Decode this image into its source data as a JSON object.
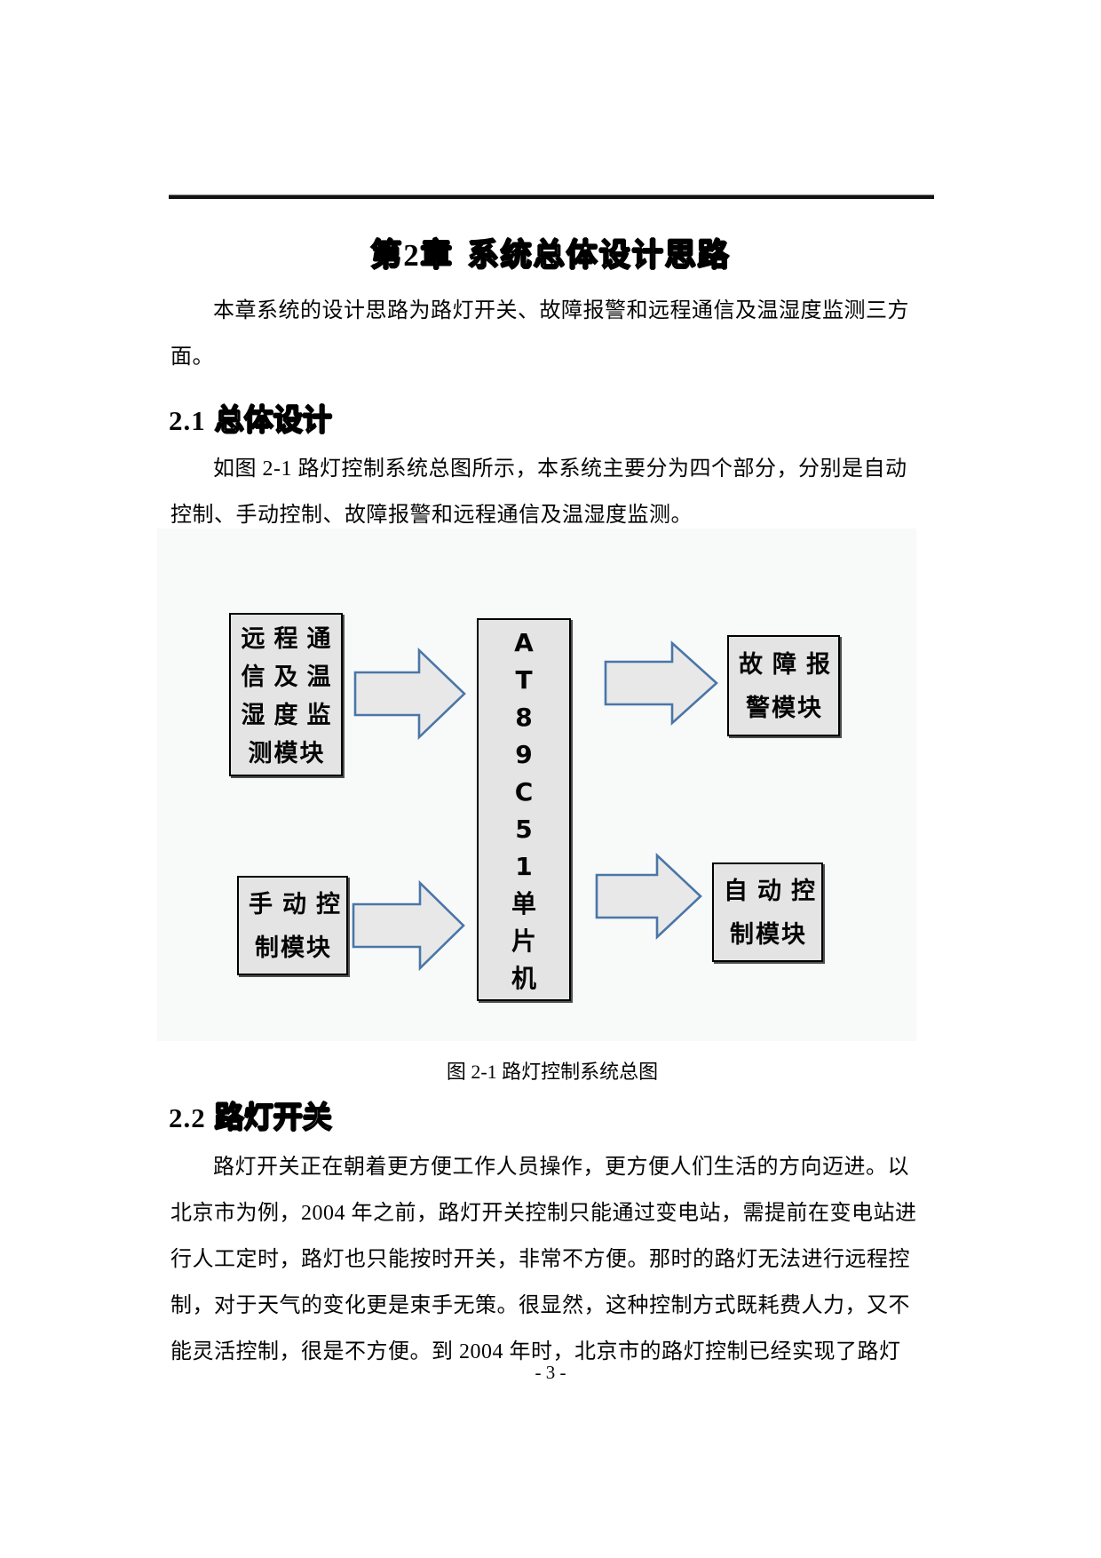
{
  "chapter": {
    "pre": "第",
    "num": "2",
    "mid": "章",
    "rest": "系统总体设计思路"
  },
  "intro_lines": [
    "本章系统的设计思路为路灯开关、故障报警和远程通信及温湿度监测三方",
    "面。"
  ],
  "s21": {
    "num": "2.1",
    "title": "总体设计"
  },
  "p21_lines": [
    "如图 2-1 路灯控制系统总图所示，本系统主要分为四个部分，分别是自动",
    "控制、手动控制、故障报警和远程通信及温湿度监测。"
  ],
  "figure": {
    "caption": "图 2-1 路灯控制系统总图",
    "boxes": {
      "remote": {
        "l1": "远程通",
        "l2": "信及温",
        "l3": "湿度监",
        "l4": "测模块"
      },
      "manual": {
        "l1": "手动控",
        "l2": "制模块"
      },
      "mcu": {
        "c0": "A",
        "c1": "T",
        "c2": "8",
        "c3": "9",
        "c4": "C",
        "c5": "5",
        "c6": "1",
        "c7": "单",
        "c8": "片",
        "c9": "机"
      },
      "alarm": {
        "l1": "故障报",
        "l2": "警模块"
      },
      "auto": {
        "l1": "自动控",
        "l2": "制模块"
      }
    },
    "colors": {
      "figure_bg": "#f8f9f9",
      "box_fill": "#e4e4e4",
      "box_border": "#000000",
      "arrow_fill": "#e8e8e8",
      "arrow_stroke": "#4a76a8"
    }
  },
  "s22": {
    "num": "2.2",
    "title": "路灯开关"
  },
  "p22_lines": [
    "路灯开关正在朝着更方便工作人员操作，更方便人们生活的方向迈进。以",
    "北京市为例，2004 年之前，路灯开关控制只能通过变电站，需提前在变电站进",
    "行人工定时，路灯也只能按时开关，非常不方便。那时的路灯无法进行远程控",
    "制，对于天气的变化更是束手无策。很显然，这种控制方式既耗费人力，又不",
    "能灵活控制，很是不方便。到 2004 年时，北京市的路灯控制已经实现了路灯"
  ],
  "page_number": "- 3 -"
}
